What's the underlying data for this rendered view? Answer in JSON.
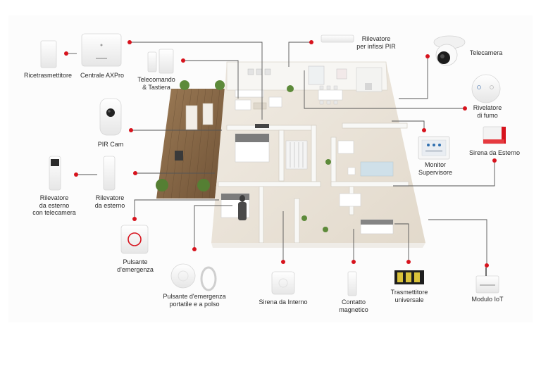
{
  "colors": {
    "accent": "#d7131d",
    "line": "#555555",
    "floor": "#ece6dc",
    "wall": "#f6f6f4",
    "deck": "#8a6a48"
  },
  "labels": {
    "ricetrasmettitore": "Ricetrasmettitore",
    "centrale": "Centrale AXPro",
    "telecomando_1": "Telecomando",
    "telecomando_2": "& Tastiera",
    "pir_infissi_1": "Rilevatore",
    "pir_infissi_2": "per infissi PIR",
    "telecamera": "Telecamera",
    "fumo_1": "Rivelatore",
    "fumo_2": "di fumo",
    "pir_cam": "PIR Cam",
    "monitor_1": "Monitor",
    "monitor_2": "Supervisore",
    "sirena_esterno": "Sirena da Esterno",
    "ril_est_cam_1": "Rilevatore",
    "ril_est_cam_2": "da esterno",
    "ril_est_cam_3": "con telecamera",
    "ril_est_1": "Rilevatore",
    "ril_est_2": "da esterno",
    "pulsante_1": "Pulsante",
    "pulsante_2": "d'emergenza",
    "pulsante_port_1": "Pulsante d'emergenza",
    "pulsante_port_2": "portatile e a polso",
    "sirena_interno": "Sirena da Interno",
    "contatto_1": "Contatto",
    "contatto_2": "magnetico",
    "trasmettitore_1": "Trasmettitore",
    "trasmettitore_2": "universale",
    "modulo_iot": "Modulo IoT"
  }
}
